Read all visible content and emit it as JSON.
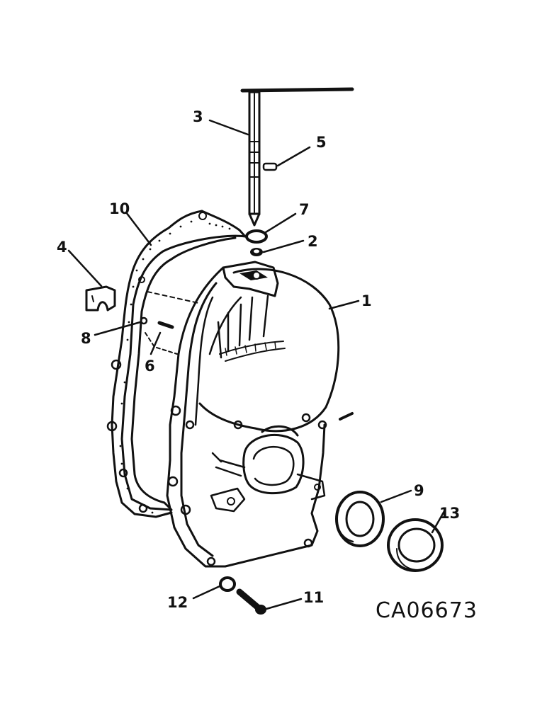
{
  "diagram_code": "CA06673",
  "callouts": [
    "1",
    "2",
    "3",
    "4",
    "5",
    "6",
    "7",
    "8",
    "9",
    "10",
    "11",
    "12",
    "13"
  ]
}
